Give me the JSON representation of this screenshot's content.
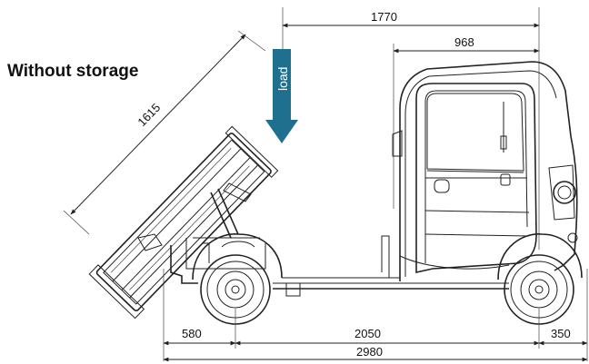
{
  "title": "Without storage",
  "load_label": "load",
  "dimensions": {
    "top_overall": "1770",
    "cab_top": "968",
    "bed_length": "1615",
    "front_overhang": "580",
    "wheelbase": "2050",
    "rear_overhang": "350",
    "overall_length": "2980"
  },
  "colors": {
    "line": "#222222",
    "arrow": "#1f6f8f",
    "text": "#111111",
    "background": "#ffffff"
  }
}
